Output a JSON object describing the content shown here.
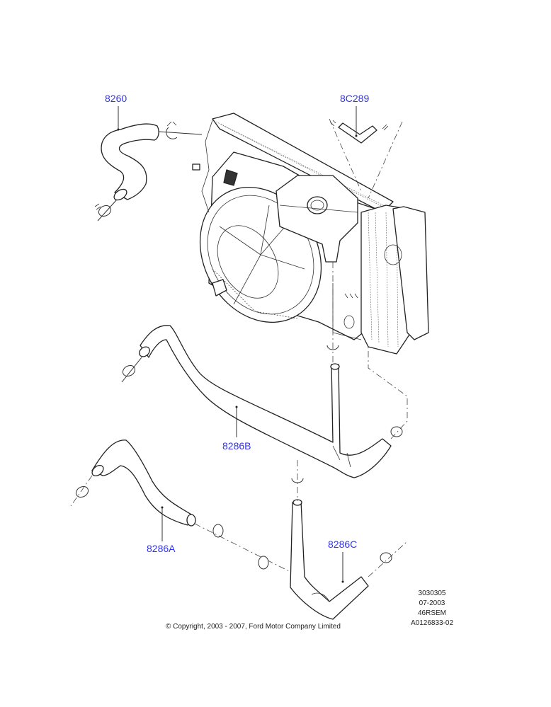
{
  "diagram": {
    "title": "Radiator and cooling hoses exploded view",
    "accent_color": "#3333ee",
    "callouts": [
      {
        "id": "8260",
        "label": "8260"
      },
      {
        "id": "8C289",
        "label": "8C289"
      },
      {
        "id": "8286B",
        "label": "8286B"
      },
      {
        "id": "8286A",
        "label": "8286A"
      },
      {
        "id": "8286C",
        "label": "8286C"
      }
    ],
    "meta": {
      "line1": "3030305",
      "line2": "07-2003",
      "line3": "46RSEM",
      "line4": "A0126833-02"
    },
    "copyright": "© Copyright, 2003 - 2007, Ford Motor Company Limited"
  }
}
